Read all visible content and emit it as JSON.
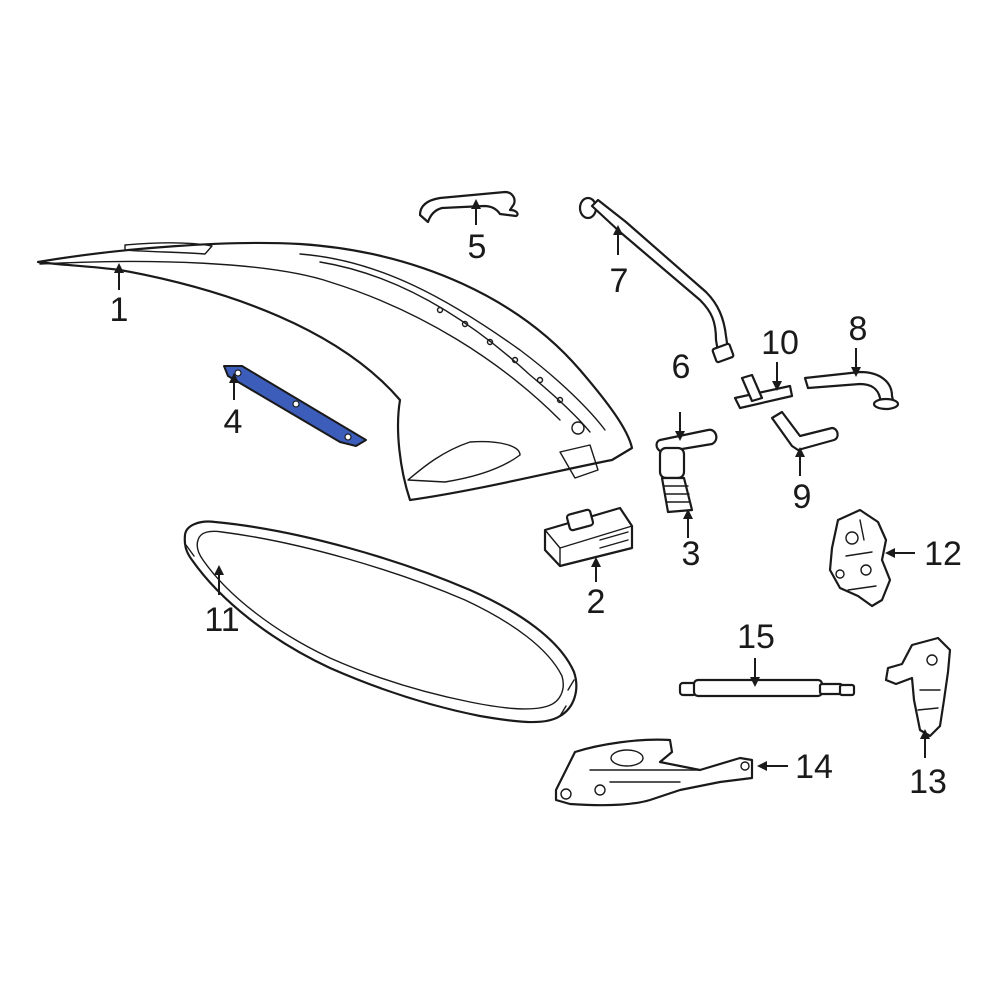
{
  "highlight_color": "#3d5dbb",
  "outline_color": "#1a1a1a",
  "callouts": [
    {
      "id": "1",
      "text": "1"
    },
    {
      "id": "2",
      "text": "2"
    },
    {
      "id": "3",
      "text": "3"
    },
    {
      "id": "4",
      "text": "4"
    },
    {
      "id": "5",
      "text": "5"
    },
    {
      "id": "6",
      "text": "6"
    },
    {
      "id": "7",
      "text": "7"
    },
    {
      "id": "8",
      "text": "8"
    },
    {
      "id": "9",
      "text": "9"
    },
    {
      "id": "10",
      "text": "10"
    },
    {
      "id": "11",
      "text": "11"
    },
    {
      "id": "12",
      "text": "12"
    },
    {
      "id": "13",
      "text": "13"
    },
    {
      "id": "14",
      "text": "14"
    },
    {
      "id": "15",
      "text": "15"
    }
  ]
}
